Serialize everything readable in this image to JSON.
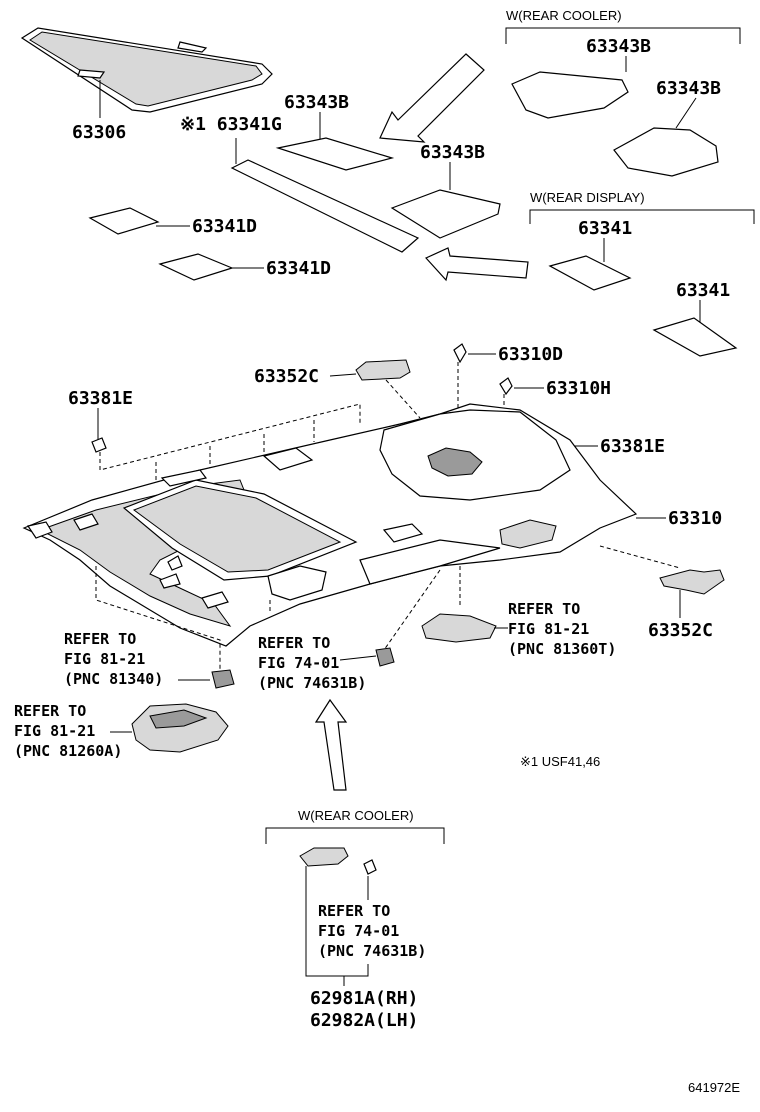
{
  "groups": {
    "rear_cooler_top": "W(REAR COOLER)",
    "rear_display": "W(REAR DISPLAY)",
    "rear_cooler_bottom": "W(REAR COOLER)"
  },
  "labels": {
    "p63306": "63306",
    "p63341g": "※1 63341G",
    "p63343b_1": "63343B",
    "p63343b_2": "63343B",
    "p63343b_3": "63343B",
    "p63343b_4": "63343B",
    "p63341d_1": "63341D",
    "p63341d_2": "63341D",
    "p63341_1": "63341",
    "p63341_2": "63341",
    "p63352c_1": "63352C",
    "p63352c_2": "63352C",
    "p63310d": "63310D",
    "p63310h": "63310H",
    "p63381e_1": "63381E",
    "p63381e_2": "63381E",
    "p63310": "63310",
    "p62981a": "62981A(RH)",
    "p62982a": "62982A(LH)"
  },
  "refs": {
    "r81340": [
      "REFER TO",
      "FIG 81-21",
      "(PNC 81340)"
    ],
    "r74631b_1": [
      "REFER TO",
      "FIG 74-01",
      "(PNC 74631B)"
    ],
    "r81360t": [
      "REFER TO",
      "FIG 81-21",
      "(PNC 81360T)"
    ],
    "r81260a": [
      "REFER TO",
      "FIG 81-21",
      "(PNC 81260A)"
    ],
    "r74631b_2": [
      "REFER TO",
      "FIG 74-01",
      "(PNC 74631B)"
    ]
  },
  "notes": {
    "footnote": "※1 USF41,46",
    "figure_id": "641972E"
  }
}
